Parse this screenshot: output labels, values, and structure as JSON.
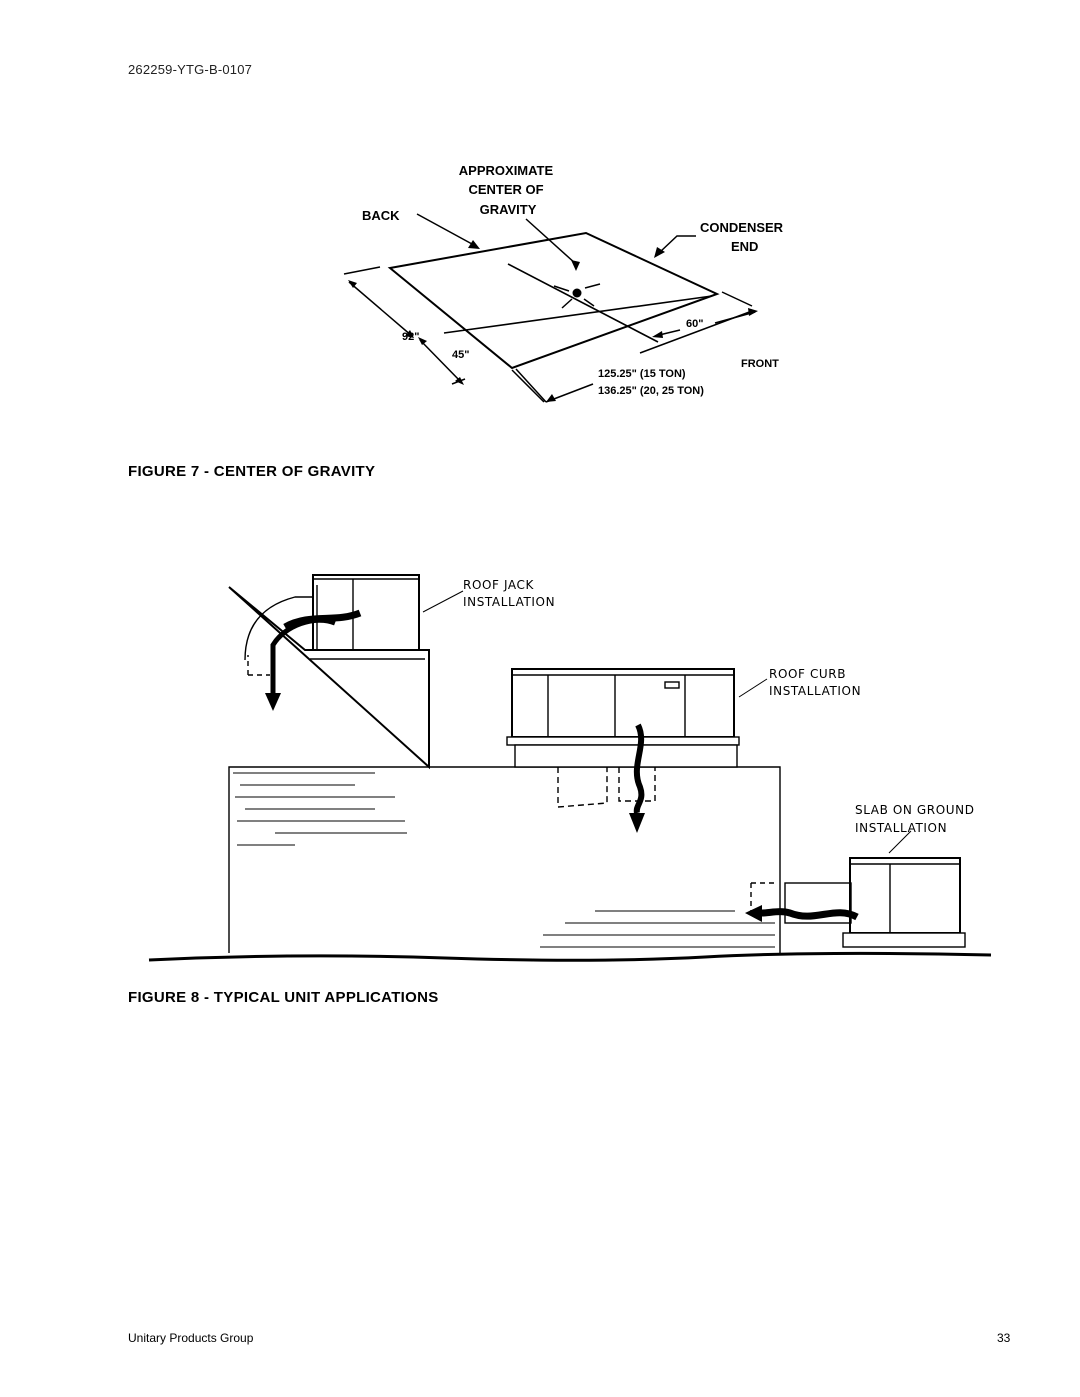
{
  "header": {
    "doc_id": "262259-YTG-B-0107"
  },
  "figure7": {
    "caption": "FIGURE 7 - CENTER OF GRAVITY",
    "labels": {
      "cg_line1": "APPROXIMATE",
      "cg_line2": "CENTER OF",
      "cg_line3": "GRAVITY",
      "back": "BACK",
      "condenser_line1": "CONDENSER",
      "condenser_line2": "END",
      "front": "FRONT",
      "dim_92": "92\"",
      "dim_45": "45\"",
      "dim_60": "60\"",
      "dim_15ton": "125.25\" (15 TON)",
      "dim_20_25ton": "136.25\" (20, 25 TON)"
    }
  },
  "figure8": {
    "caption": "FIGURE 8 - TYPICAL UNIT APPLICATIONS",
    "labels": {
      "roof_jack_line1": "ROOF JACK",
      "roof_jack_line2": "INSTALLATION",
      "roof_curb_line1": "ROOF CURB",
      "roof_curb_line2": "INSTALLATION",
      "slab_line1": "SLAB ON GROUND",
      "slab_line2": "INSTALLATION"
    }
  },
  "footer": {
    "company": "Unitary Products Group",
    "page_number": "33"
  }
}
